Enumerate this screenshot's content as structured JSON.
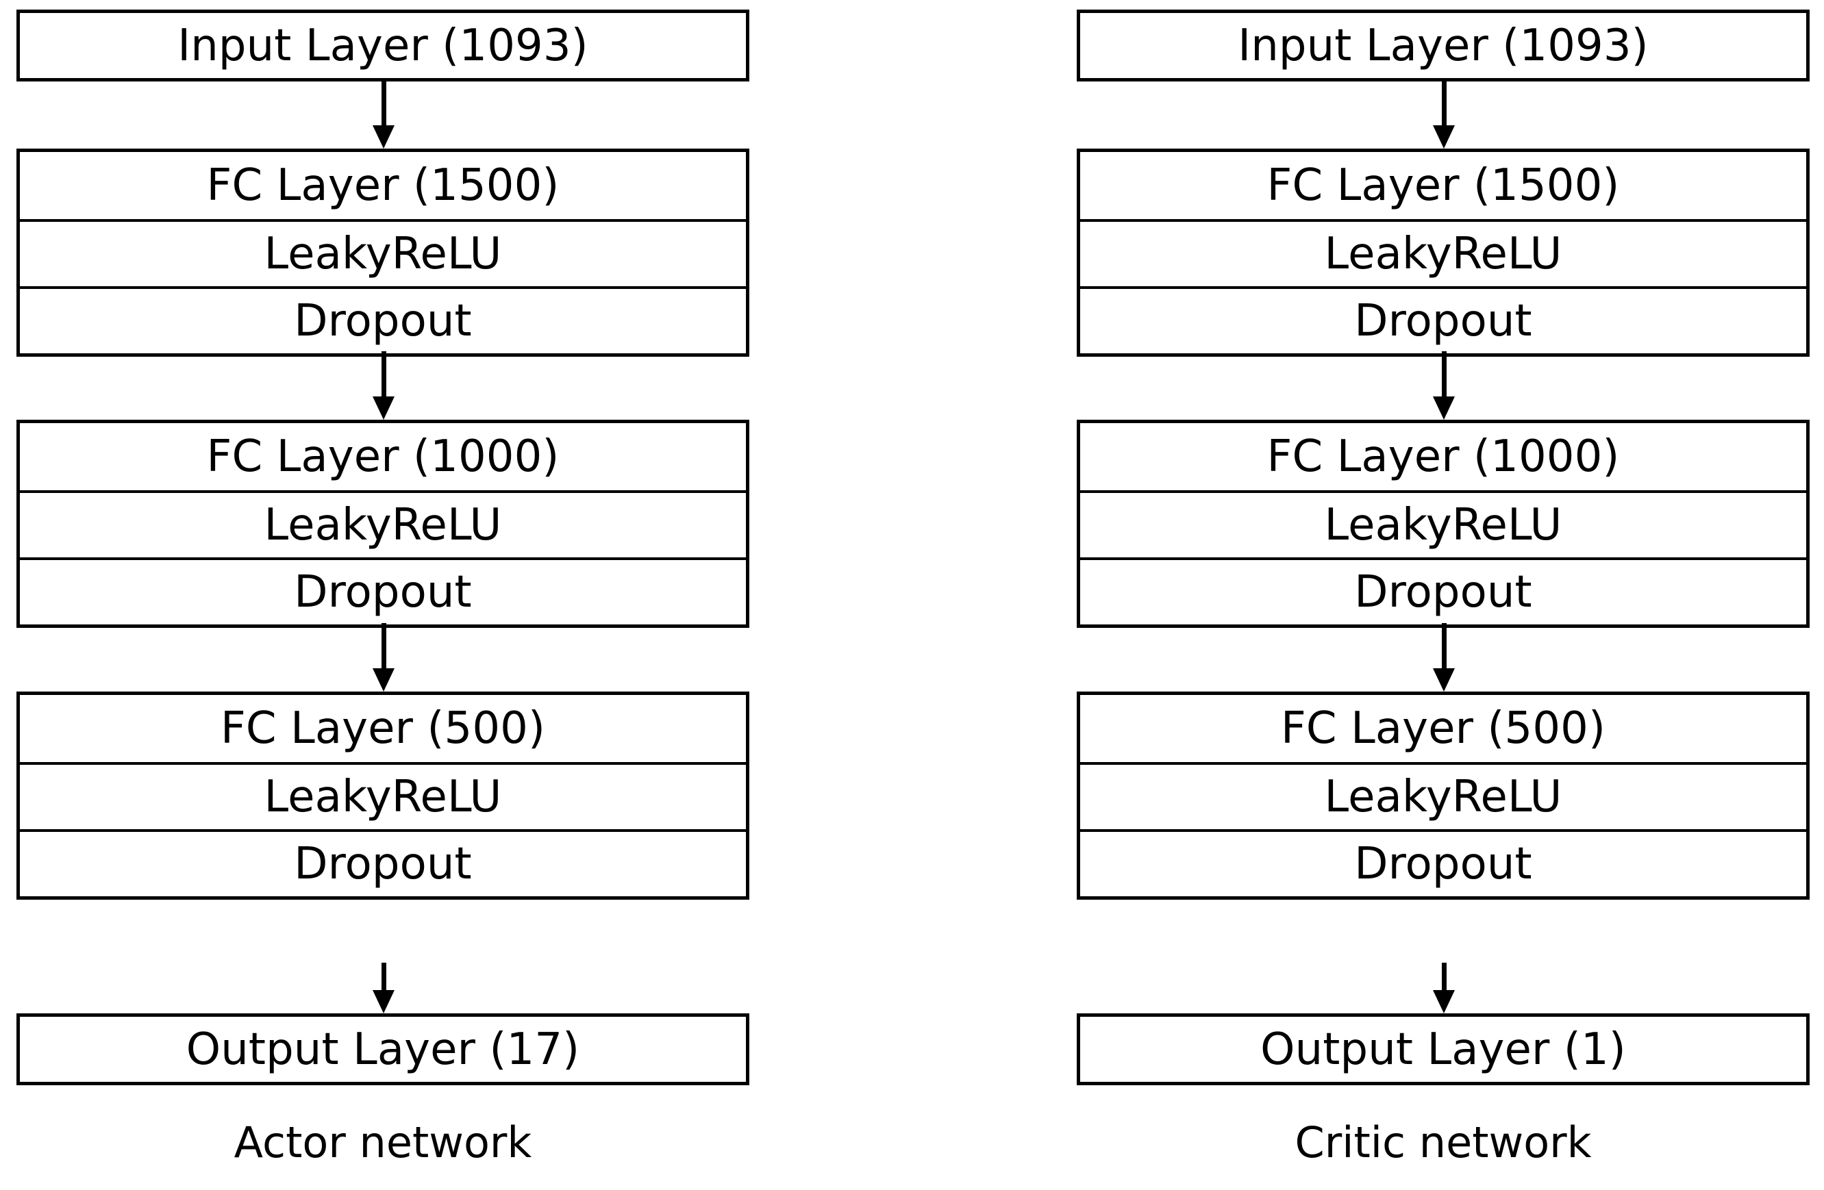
{
  "figure": {
    "kind": "neural-network-architecture-diagram",
    "background_color": "#ffffff",
    "line_color": "#000000",
    "text_color": "#000000",
    "networks": [
      {
        "id": "actor",
        "caption": "Actor network",
        "blocks": [
          {
            "id": "input",
            "type": "single",
            "rows": [
              "Input Layer (1093)"
            ]
          },
          {
            "id": "hidden-1",
            "type": "stack",
            "rows": [
              "FC Layer (1500)",
              "LeakyReLU",
              "Dropout"
            ]
          },
          {
            "id": "hidden-2",
            "type": "stack",
            "rows": [
              "FC Layer (1000)",
              "LeakyReLU",
              "Dropout"
            ]
          },
          {
            "id": "hidden-3",
            "type": "stack",
            "rows": [
              "FC Layer (500)",
              "LeakyReLU",
              "Dropout"
            ]
          },
          {
            "id": "output",
            "type": "single",
            "rows": [
              "Output Layer (17)"
            ]
          }
        ],
        "connectors": [
          {
            "from": "input",
            "to": "hidden-1",
            "glyph": "down-arrow-icon"
          },
          {
            "from": "hidden-1",
            "to": "hidden-2",
            "glyph": "down-arrow-icon"
          },
          {
            "from": "hidden-2",
            "to": "hidden-3",
            "glyph": "down-arrow-icon"
          },
          {
            "from": "hidden-3",
            "to": "output",
            "glyph": "down-arrow-icon"
          }
        ]
      },
      {
        "id": "critic",
        "caption": "Critic network",
        "blocks": [
          {
            "id": "input",
            "type": "single",
            "rows": [
              "Input Layer (1093)"
            ]
          },
          {
            "id": "hidden-1",
            "type": "stack",
            "rows": [
              "FC Layer (1500)",
              "LeakyReLU",
              "Dropout"
            ]
          },
          {
            "id": "hidden-2",
            "type": "stack",
            "rows": [
              "FC Layer (1000)",
              "LeakyReLU",
              "Dropout"
            ]
          },
          {
            "id": "hidden-3",
            "type": "stack",
            "rows": [
              "FC Layer (500)",
              "LeakyReLU",
              "Dropout"
            ]
          },
          {
            "id": "output",
            "type": "single",
            "rows": [
              "Output Layer (1)"
            ]
          }
        ],
        "connectors": [
          {
            "from": "input",
            "to": "hidden-1",
            "glyph": "down-arrow-icon"
          },
          {
            "from": "hidden-1",
            "to": "hidden-2",
            "glyph": "down-arrow-icon"
          },
          {
            "from": "hidden-2",
            "to": "hidden-3",
            "glyph": "down-arrow-icon"
          },
          {
            "from": "hidden-3",
            "to": "output",
            "glyph": "down-arrow-icon"
          }
        ]
      }
    ]
  }
}
